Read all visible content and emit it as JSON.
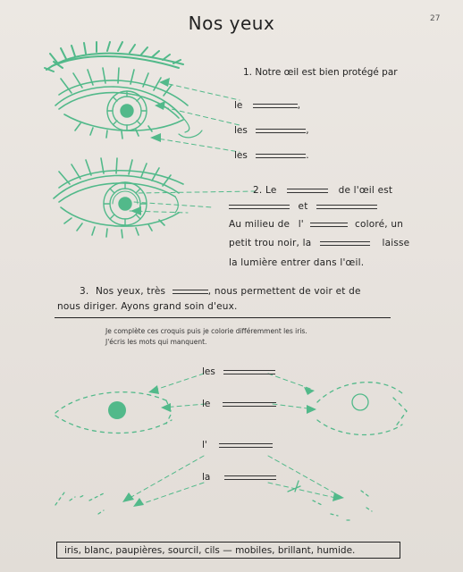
{
  "page_title": "Nos yeux",
  "page_number": "27",
  "accent_color": "#52b98a",
  "q1": {
    "prompt": "1.  Notre œil est bien protégé par",
    "lines": [
      "le",
      "les",
      "les"
    ],
    "ends": [
      ",",
      ",",
      "."
    ]
  },
  "q2": {
    "num": "2.",
    "le": "Le",
    "eye_is": "de l'œil est",
    "et": "et",
    "middle_a": "Au milieu de",
    "middle_b": "l'",
    "colored": "coloré, un",
    "hole": "petit trou noir, la",
    "lets": "laisse",
    "light": "la lumière entrer dans l'œil."
  },
  "q3": {
    "num": "3.",
    "text_a": "Nos yeux, très",
    "text_b": ", nous permettent de voir et de",
    "text_c": "nous diriger. Ayons grand soin d'eux."
  },
  "instructions": [
    "Je complète ces croquis puis je colorie différemment les iris.",
    "J'écris les mots qui manquent."
  ],
  "sketch_labels": [
    "les",
    "le",
    "l'",
    "la"
  ],
  "word_bank": "iris, blanc, paupières, sourcil, cils — mobiles, brillant, humide."
}
